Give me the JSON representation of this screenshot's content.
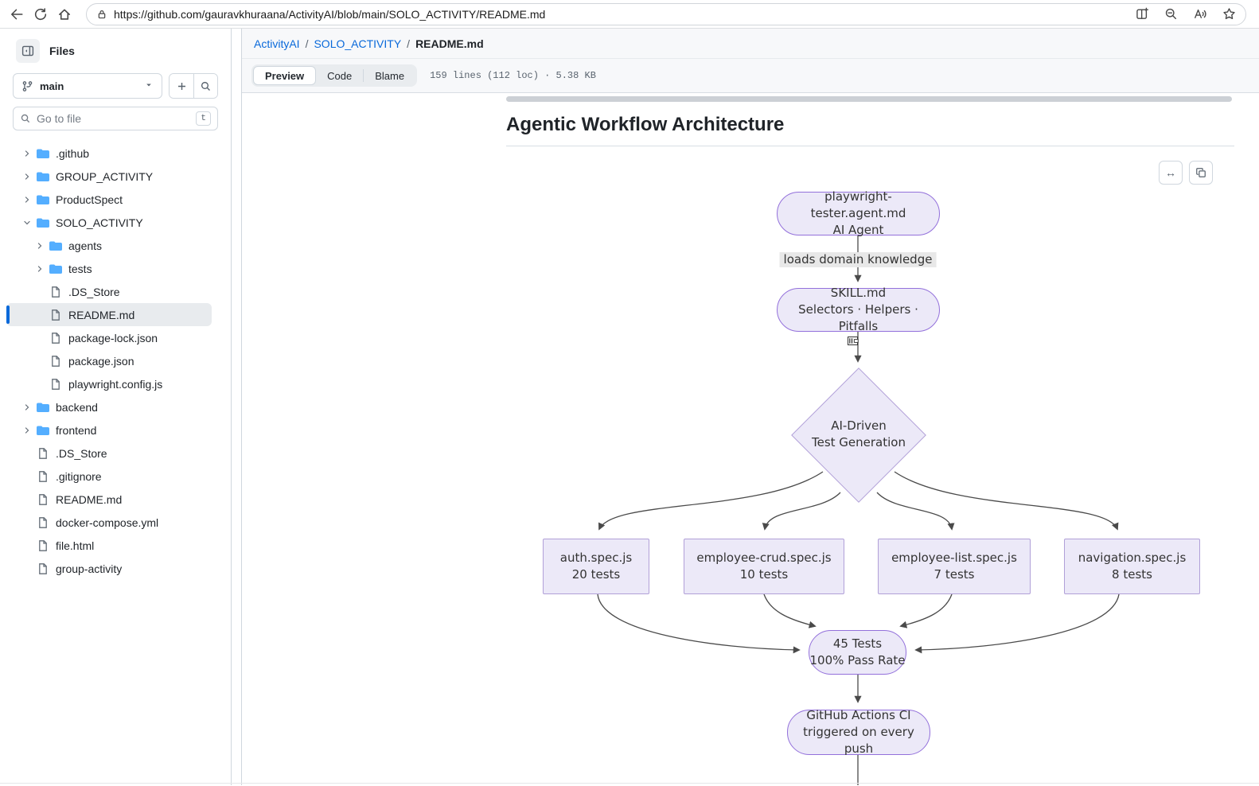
{
  "browser": {
    "url": "https://github.com/gauravkhuraana/ActivityAI/blob/main/SOLO_ACTIVITY/README.md",
    "toolbar_icons": [
      "back",
      "refresh",
      "home",
      "lock"
    ],
    "address_right_icons": [
      "split-screen",
      "zoom-out",
      "read-aloud",
      "favorite-star"
    ]
  },
  "sidebar": {
    "title": "Files",
    "branch_label": "main",
    "goto_placeholder": "Go to file",
    "goto_shortcut": "t",
    "tree": [
      {
        "label": ".github",
        "type": "folder",
        "level": 0,
        "expanded": false
      },
      {
        "label": "GROUP_ACTIVITY",
        "type": "folder",
        "level": 0,
        "expanded": false
      },
      {
        "label": "ProductSpect",
        "type": "folder",
        "level": 0,
        "expanded": false
      },
      {
        "label": "SOLO_ACTIVITY",
        "type": "folder",
        "level": 0,
        "expanded": true
      },
      {
        "label": "agents",
        "type": "folder",
        "level": 1,
        "expanded": false
      },
      {
        "label": "tests",
        "type": "folder",
        "level": 1,
        "expanded": false
      },
      {
        "label": ".DS_Store",
        "type": "file",
        "level": 1
      },
      {
        "label": "README.md",
        "type": "file",
        "level": 1,
        "selected": true
      },
      {
        "label": "package-lock.json",
        "type": "file",
        "level": 1
      },
      {
        "label": "package.json",
        "type": "file",
        "level": 1
      },
      {
        "label": "playwright.config.js",
        "type": "file",
        "level": 1
      },
      {
        "label": "backend",
        "type": "folder",
        "level": 0,
        "expanded": false
      },
      {
        "label": "frontend",
        "type": "folder",
        "level": 0,
        "expanded": false
      },
      {
        "label": ".DS_Store",
        "type": "file",
        "level": 0
      },
      {
        "label": ".gitignore",
        "type": "file",
        "level": 0
      },
      {
        "label": "README.md",
        "type": "file",
        "level": 0
      },
      {
        "label": "docker-compose.yml",
        "type": "file",
        "level": 0
      },
      {
        "label": "file.html",
        "type": "file",
        "level": 0
      },
      {
        "label": "group-activity",
        "type": "file",
        "level": 0
      }
    ]
  },
  "header": {
    "breadcrumb": [
      "ActivityAI",
      "SOLO_ACTIVITY",
      "README.md"
    ],
    "tabs": [
      "Preview",
      "Code",
      "Blame"
    ],
    "active_tab": "Preview",
    "meta": "159 lines (112 loc) · 5.38 KB"
  },
  "markdown": {
    "heading": "Agentic Workflow Architecture"
  },
  "diagram": {
    "edge_label": "loads domain knowledge",
    "nodes": {
      "agent": {
        "line1": "playwright-tester.agent.md",
        "line2": "AI Agent"
      },
      "skill": {
        "line1": "SKILL.md",
        "line2": "Selectors · Helpers · Pitfalls"
      },
      "decision": {
        "line1": "AI-Driven",
        "line2": "Test Generation"
      },
      "auth": {
        "line1": "auth.spec.js",
        "line2": "20 tests"
      },
      "crud": {
        "line1": "employee-crud.spec.js",
        "line2": "10 tests"
      },
      "list": {
        "line1": "employee-list.spec.js",
        "line2": "7 tests"
      },
      "nav": {
        "line1": "navigation.spec.js",
        "line2": "8 tests"
      },
      "results": {
        "line1": "45 Tests",
        "line2": "100% Pass Rate"
      },
      "ci": {
        "line1": "GitHub Actions CI",
        "line2": "triggered on every push"
      }
    },
    "colors": {
      "node_fill": "#ece9f8",
      "stadium_stroke": "#9370db",
      "shape_stroke": "#b1a0d8",
      "edge": "#4a4a4a",
      "label_bg": "#e8e8e8"
    }
  },
  "colors": {
    "accent_blue": "#0969da",
    "folder_blue": "#54aeff",
    "header_bg": "#f7f8fa"
  }
}
